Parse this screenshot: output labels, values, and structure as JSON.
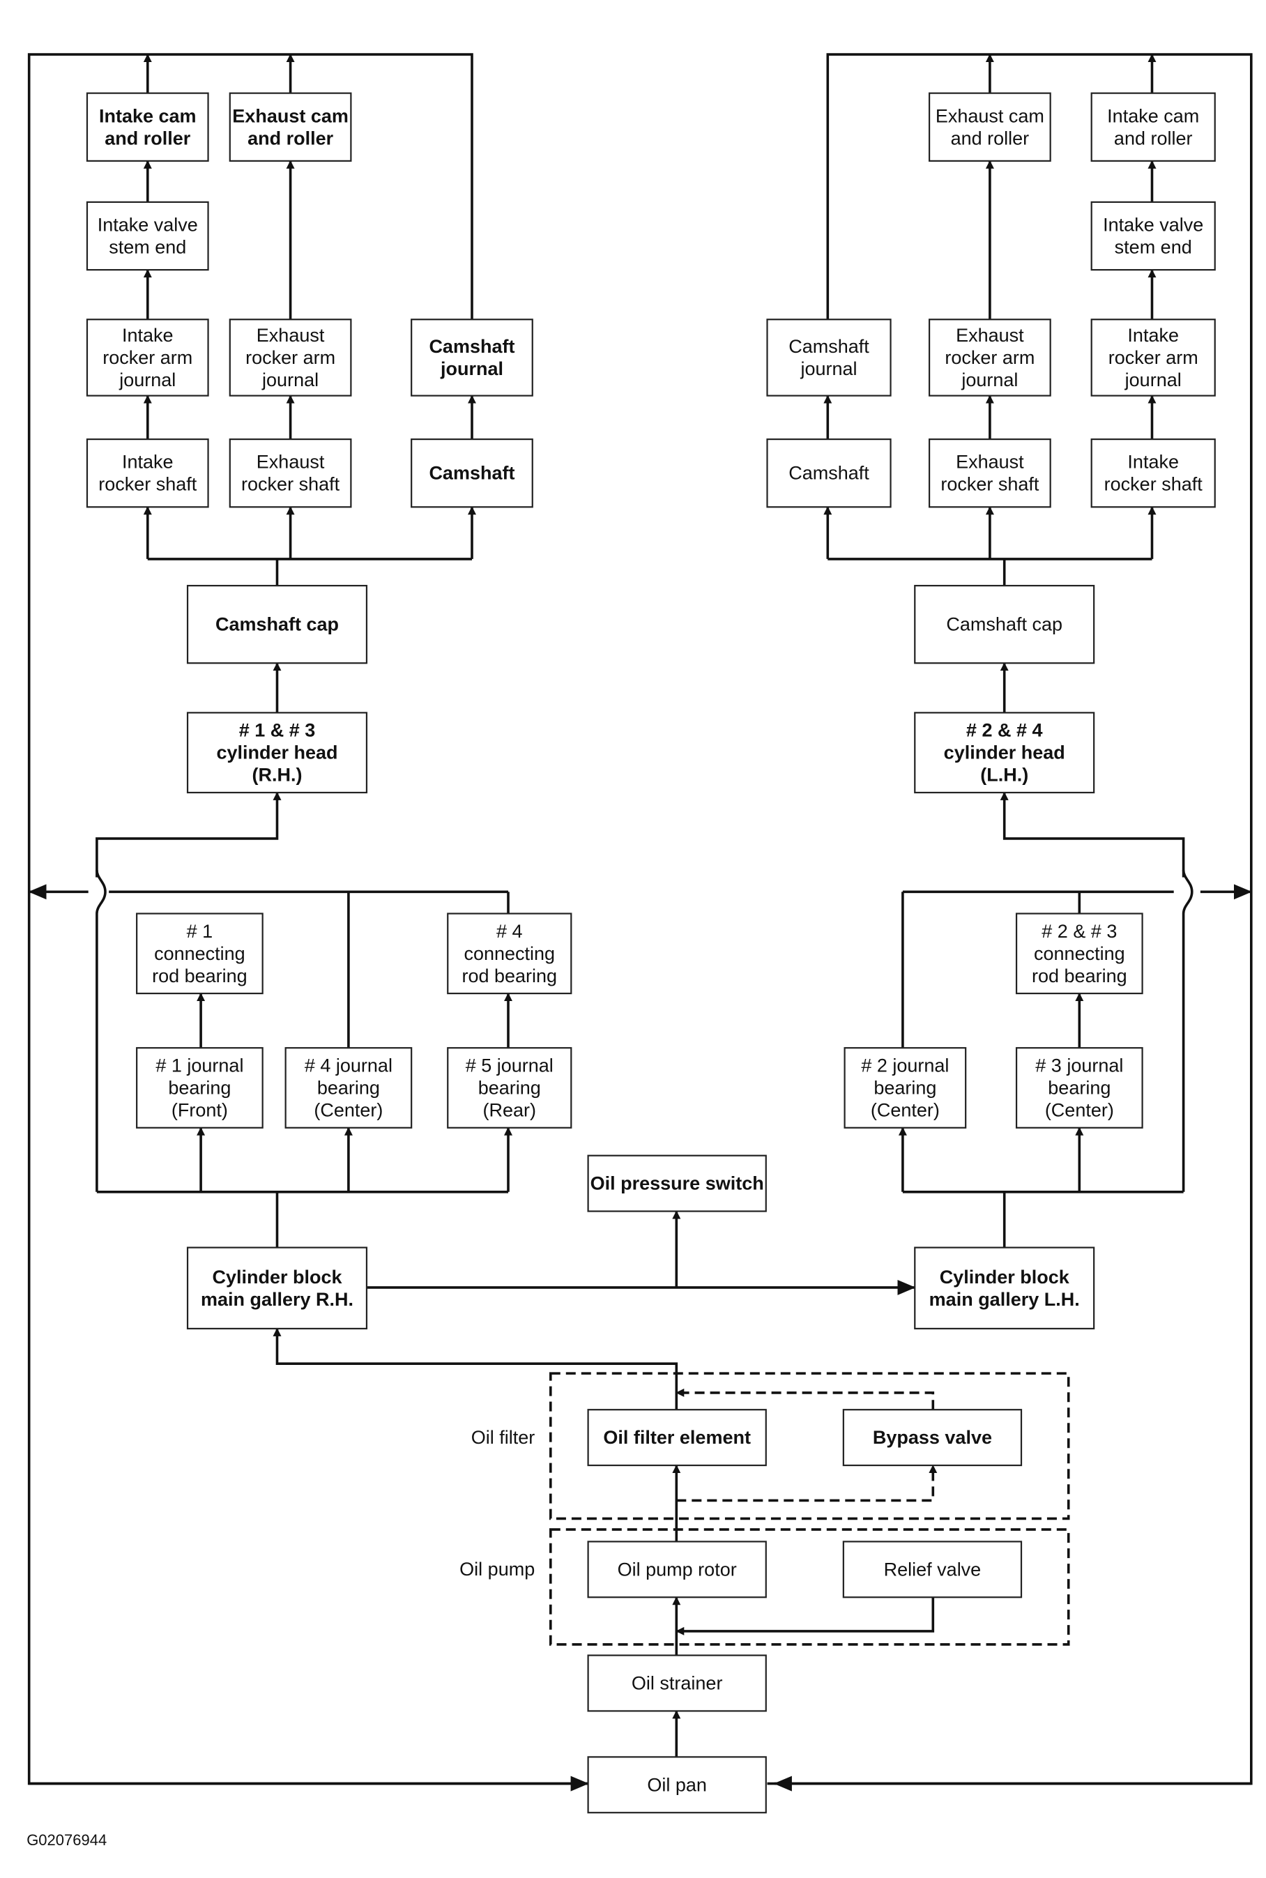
{
  "diagram": {
    "figure_code": "G02076944",
    "group_labels": {
      "oil_filter": "Oil filter",
      "oil_pump": "Oil pump"
    },
    "nodes": {
      "rh_intake_cam": [
        "Intake cam",
        "and roller"
      ],
      "rh_exhaust_cam": [
        "Exhaust cam",
        "and roller"
      ],
      "rh_intake_valve_stem": [
        "Intake valve",
        "stem end"
      ],
      "rh_intake_rocker_journal": [
        "Intake",
        "rocker arm",
        "journal"
      ],
      "rh_exhaust_rocker_journal": [
        "Exhaust",
        "rocker arm",
        "journal"
      ],
      "rh_camshaft_journal": [
        "Camshaft",
        "journal"
      ],
      "rh_intake_rocker_shaft": [
        "Intake",
        "rocker shaft"
      ],
      "rh_exhaust_rocker_shaft": [
        "Exhaust",
        "rocker shaft"
      ],
      "rh_camshaft": [
        "Camshaft"
      ],
      "rh_camshaft_cap": [
        "Camshaft cap"
      ],
      "rh_cylinder_head": [
        "# 1 & # 3",
        "cylinder head",
        "(R.H.)"
      ],
      "conrod_1": [
        "# 1",
        "connecting",
        "rod bearing"
      ],
      "conrod_4": [
        "# 4",
        "connecting",
        "rod bearing"
      ],
      "journal_1": [
        "# 1 journal",
        "bearing",
        "(Front)"
      ],
      "journal_4": [
        "# 4 journal",
        "bearing",
        "(Center)"
      ],
      "journal_5": [
        "# 5 journal",
        "bearing",
        "(Rear)"
      ],
      "main_gallery_rh": [
        "Cylinder block",
        "main gallery R.H."
      ],
      "oil_pressure_switch": [
        "Oil pressure switch"
      ],
      "main_gallery_lh": [
        "Cylinder block",
        "main gallery L.H."
      ],
      "oil_filter_element": [
        "Oil filter element"
      ],
      "bypass_valve": [
        "Bypass valve"
      ],
      "oil_pump_rotor": [
        "Oil pump rotor"
      ],
      "relief_valve": [
        "Relief valve"
      ],
      "oil_strainer": [
        "Oil strainer"
      ],
      "oil_pan": [
        "Oil pan"
      ],
      "lh_exhaust_cam": [
        "Exhaust cam",
        "and roller"
      ],
      "lh_intake_cam": [
        "Intake cam",
        "and roller"
      ],
      "lh_intake_valve_stem": [
        "Intake valve",
        "stem end"
      ],
      "lh_camshaft_journal": [
        "Camshaft",
        "journal"
      ],
      "lh_exhaust_rocker_journal": [
        "Exhaust",
        "rocker arm",
        "journal"
      ],
      "lh_intake_rocker_journal": [
        "Intake",
        "rocker arm",
        "journal"
      ],
      "lh_camshaft": [
        "Camshaft"
      ],
      "lh_exhaust_rocker_shaft": [
        "Exhaust",
        "rocker shaft"
      ],
      "lh_intake_rocker_shaft": [
        "Intake",
        "rocker shaft"
      ],
      "lh_camshaft_cap": [
        "Camshaft cap"
      ],
      "lh_cylinder_head": [
        "# 2 & # 4",
        "cylinder head",
        "(L.H.)"
      ],
      "conrod_23": [
        "# 2 & # 3",
        "connecting",
        "rod bearing"
      ],
      "journal_2": [
        "# 2 journal",
        "bearing",
        "(Center)"
      ],
      "journal_3": [
        "# 3 journal",
        "bearing",
        "(Center)"
      ]
    }
  }
}
